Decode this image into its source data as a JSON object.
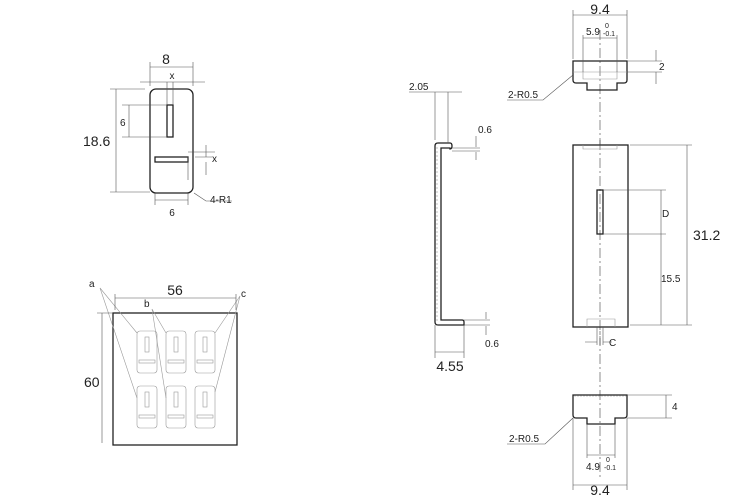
{
  "front_view": {
    "width": "8",
    "slot_width": "x",
    "height": "18.6",
    "slot_length": "6",
    "slot_offset": "x",
    "bottom_slot_length": "6",
    "radius": "4-R1"
  },
  "panel_view": {
    "width": "56",
    "height": "60",
    "label_a": "a",
    "label_b": "b",
    "label_c": "c"
  },
  "side_profile": {
    "top_flange": "2.05",
    "top_thickness": "0.6",
    "bottom_thickness": "0.6",
    "bottom_flange": "4.55"
  },
  "top_cap": {
    "width": "9.4",
    "inner_width": "5.9",
    "tol_upper": "0",
    "tol_lower": "-0.1",
    "height": "2",
    "radius": "2-R0.5"
  },
  "main_body": {
    "slot_length": "D",
    "slot_position": "15.5",
    "height": "31.2",
    "slot_width": "C"
  },
  "bottom_cap": {
    "height": "4",
    "radius": "2-R0.5",
    "inner_width": "4.9",
    "tol_upper": "0",
    "tol_lower": "-0.1",
    "width": "9.4"
  }
}
